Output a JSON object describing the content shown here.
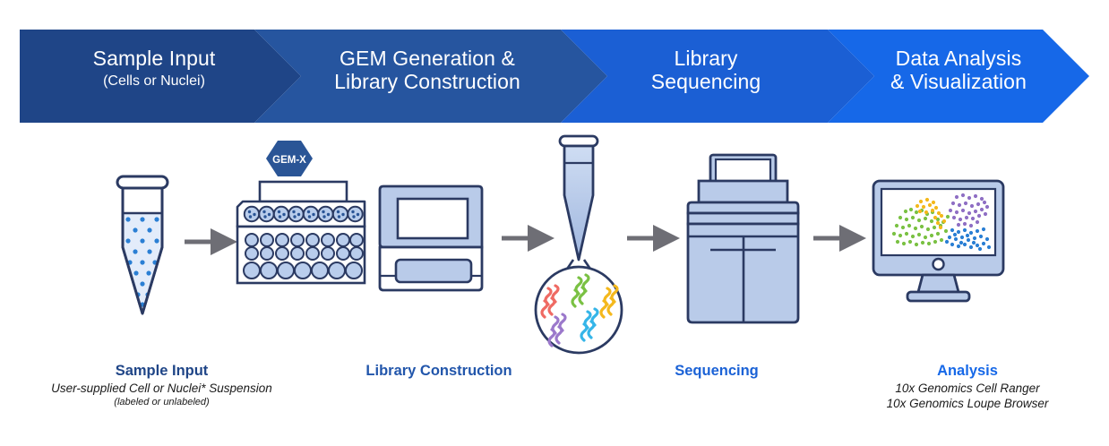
{
  "banner": {
    "steps": [
      {
        "line1": "Sample Input",
        "line2": "(Cells or Nuclei)",
        "color": "#1f4587"
      },
      {
        "line1": "GEM Generation &",
        "line2": "Library Construction",
        "color": "#26559f"
      },
      {
        "line1": "Library",
        "line2": "Sequencing",
        "color": "#1b5fd4"
      },
      {
        "line1": "Data Analysis",
        "line2": "& Visualization",
        "color": "#1668e8"
      }
    ]
  },
  "icons": {
    "gem_x_badge": "GEM-X",
    "tube_icon": "sample-tube-icon",
    "chip_icon": "microfluidic-chip-icon",
    "instrument_icon": "chromium-instrument-icon",
    "library_tube_icon": "library-tube-magnifier-icon",
    "sequencer_icon": "sequencer-icon",
    "monitor_icon": "monitor-cluster-plot-icon",
    "arrow_icon": "arrow-right-icon"
  },
  "captions": [
    {
      "title": "Sample Input",
      "title_color": "#1f4587",
      "line1": "User-supplied Cell or Nuclei* Suspension",
      "line2": "(labeled or unlabeled)"
    },
    {
      "title": "Library Construction",
      "title_color": "#2256ab",
      "line1": "",
      "line2": ""
    },
    {
      "title": "Sequencing",
      "title_color": "#1b62d6",
      "line1": "",
      "line2": ""
    },
    {
      "title": "Analysis",
      "title_color": "#1668e8",
      "line1": "10x Genomics Cell Ranger",
      "line2": "10x Genomics Loupe Browser"
    }
  ],
  "colors": {
    "arrow_gray": "#6e6e75",
    "outline_navy": "#2b3a62",
    "fill_light_blue": "#b9c8e8",
    "fill_pale": "#d8e2f5",
    "dot_blue": "#2a7fd4",
    "cluster_green": "#7ac143",
    "cluster_yellow": "#f4b81c",
    "cluster_purple": "#8f6fc4",
    "cluster_blue": "#2a7fd4",
    "dna_red": "#ef6a63",
    "dna_green": "#7ac143",
    "dna_yellow": "#f4b81c",
    "dna_purple": "#9b78cb",
    "dna_cyan": "#35b5e8"
  }
}
